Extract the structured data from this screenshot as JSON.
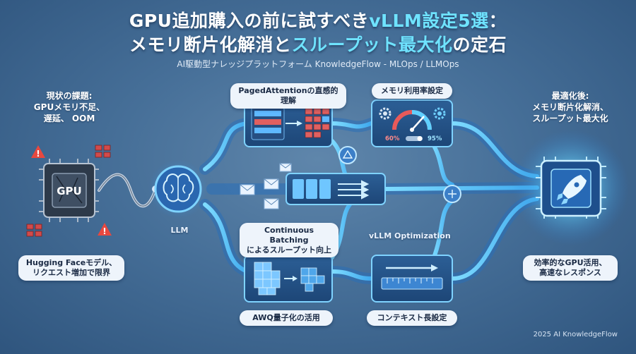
{
  "title": {
    "line1_a": "GPU追加購入の前に試すべき",
    "line1_accent": "vLLM設定5選",
    "line1_b": "：",
    "line2_a": "メモリ断片化解消と",
    "line2_accent": "スループット最大化",
    "line2_b": "の定石"
  },
  "subtitle": "AI駆動型ナレッジプラットフォーム KnowledgeFlow - MLOps / LLMOps",
  "left": {
    "problem": [
      "現状の課題:",
      "GPUメモリ不足、",
      "遅延、 OOM"
    ],
    "chip_label": "GPU",
    "cause": [
      "Hugging Faceモデル、",
      "リクエスト増加で限界"
    ]
  },
  "center": {
    "llm_label": "LLM",
    "paged_attention": "PagedAttentionの直感的理解",
    "memory_utilization": "メモリ利用率設定",
    "gauge_low": "60%",
    "gauge_high": "95%",
    "continuous_batching": [
      "Continuous Batching",
      "によるスループット向上"
    ],
    "vllm_optimization": "vLLM Optimization",
    "awq": "AWQ量子化の活用",
    "context_length": "コンテキスト長設定"
  },
  "right": {
    "result": [
      "最適化後:",
      "メモリ断片化解消、",
      "スループット最大化"
    ],
    "benefit": [
      "効率的なGPU活用、",
      "高速なレスポンス"
    ]
  },
  "footer": "2025 AI KnowledgeFlow",
  "icons": [
    "gpu-chip-icon",
    "warning-icon",
    "brain-icon",
    "envelope-icon",
    "gear-icon",
    "gauge-icon",
    "rocket-icon",
    "cube-stack-icon",
    "ruler-icon",
    "network-node-icon"
  ],
  "colors": {
    "accent": "#6fe3ff",
    "flow": "#5fd0ff",
    "red_block": "#e05a5a",
    "warning": "#e8483f"
  }
}
